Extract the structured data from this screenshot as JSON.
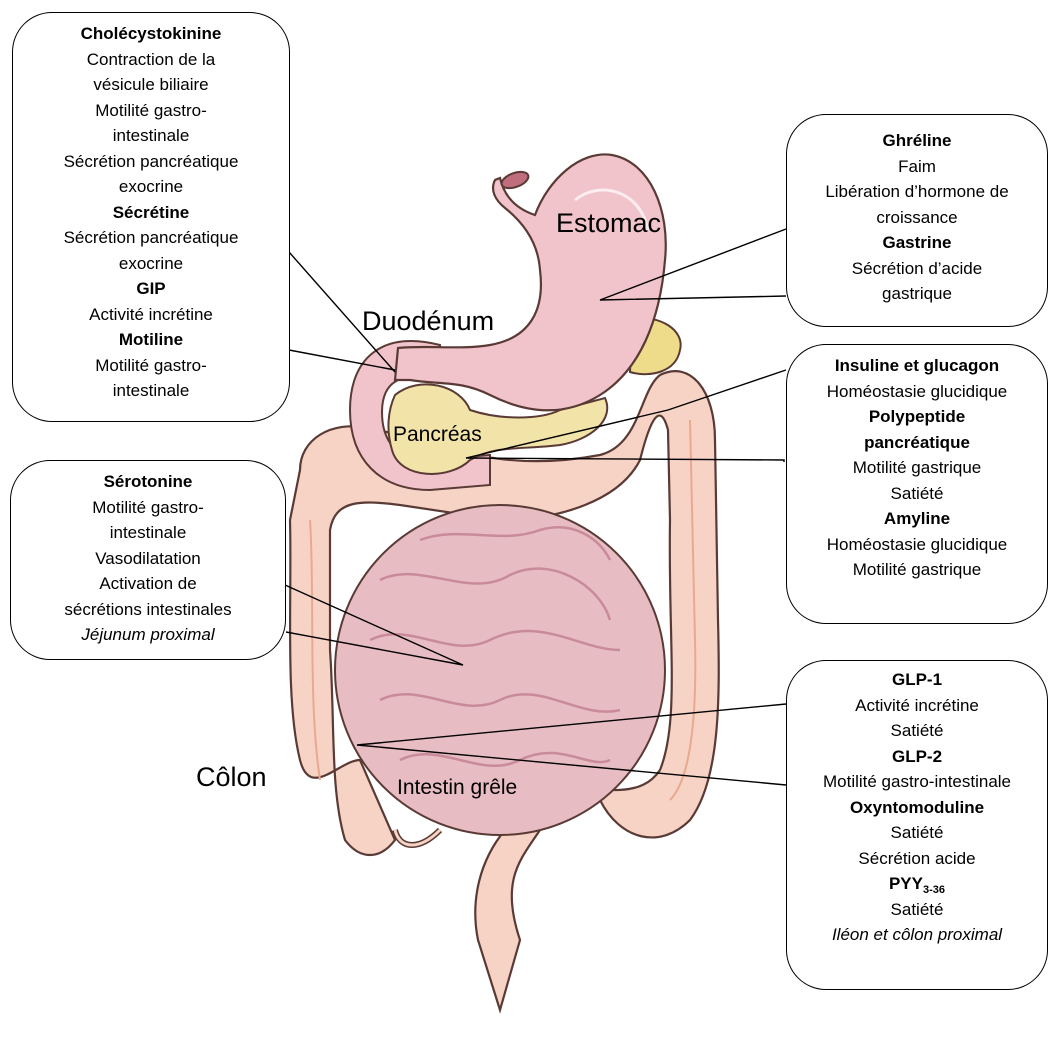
{
  "organs": {
    "estomac": "Estomac",
    "duodenum": "Duodénum",
    "pancreas": "Pancréas",
    "colon": "Côlon",
    "intestin": "Intestin grêle"
  },
  "boxes": {
    "duodenum": [
      {
        "t": "Cholécystokinine",
        "s": "b"
      },
      {
        "t": "Contraction de la"
      },
      {
        "t": "vésicule biliaire"
      },
      {
        "t": "Motilité gastro-"
      },
      {
        "t": "intestinale"
      },
      {
        "t": "Sécrétion pancréatique"
      },
      {
        "t": "exocrine"
      },
      {
        "t": "Sécrétine",
        "s": "b"
      },
      {
        "t": "Sécrétion pancréatique"
      },
      {
        "t": "exocrine"
      },
      {
        "t": "GIP",
        "s": "b"
      },
      {
        "t": "Activité incrétine"
      },
      {
        "t": "Motiline",
        "s": "b"
      },
      {
        "t": "Motilité gastro-"
      },
      {
        "t": "intestinale"
      }
    ],
    "estomac": [
      {
        "t": "Ghréline",
        "s": "b"
      },
      {
        "t": "Faim"
      },
      {
        "t": "Libération d’hormone de"
      },
      {
        "t": "croissance"
      },
      {
        "t": "Gastrine",
        "s": "b"
      },
      {
        "t": "Sécrétion d’acide"
      },
      {
        "t": "gastrique"
      }
    ],
    "pancreas": [
      {
        "t": "Insuline et glucagon",
        "s": "b"
      },
      {
        "t": "Homéostasie glucidique"
      },
      {
        "t": "Polypeptide",
        "s": "b"
      },
      {
        "t": "pancréatique",
        "s": "b"
      },
      {
        "t": "Motilité gastrique"
      },
      {
        "t": "Satiété"
      },
      {
        "t": "Amyline",
        "s": "b"
      },
      {
        "t": "Homéostasie glucidique"
      },
      {
        "t": "Motilité gastrique"
      }
    ],
    "jejunum": [
      {
        "t": "Sérotonine",
        "s": "b"
      },
      {
        "t": "Motilité gastro-"
      },
      {
        "t": "intestinale"
      },
      {
        "t": "Vasodilatation"
      },
      {
        "t": "Activation de"
      },
      {
        "t": "sécrétions intestinales"
      },
      {
        "t": "Jéjunum proximal",
        "s": "i"
      }
    ],
    "ileon": [
      {
        "t": "GLP-1",
        "s": "b"
      },
      {
        "t": "Activité incrétine"
      },
      {
        "t": "Satiété"
      },
      {
        "t": "GLP-2",
        "s": "b"
      },
      {
        "t": "Motilité gastro-intestinale"
      },
      {
        "t": "Oxyntomoduline",
        "s": "b"
      },
      {
        "t": "Satiété"
      },
      {
        "t": "Sécrétion acide"
      },
      {
        "t": "PYY",
        "sub": "3-36",
        "s": "b"
      },
      {
        "t": "Satiété"
      },
      {
        "t": "Iléon et côlon proximal",
        "s": "i"
      }
    ]
  },
  "colors": {
    "stomach": "#f1c3cb",
    "stomach_dark": "#d998a6",
    "colon": "#f7d3c6",
    "colon_dark": "#e8a98f",
    "small_intestine": "#e7bcc3",
    "small_intestine_dark": "#c98b99",
    "pancreas": "#f2e3a8",
    "gallbladder": "#eedc8a",
    "outline": "#5a3a35"
  }
}
